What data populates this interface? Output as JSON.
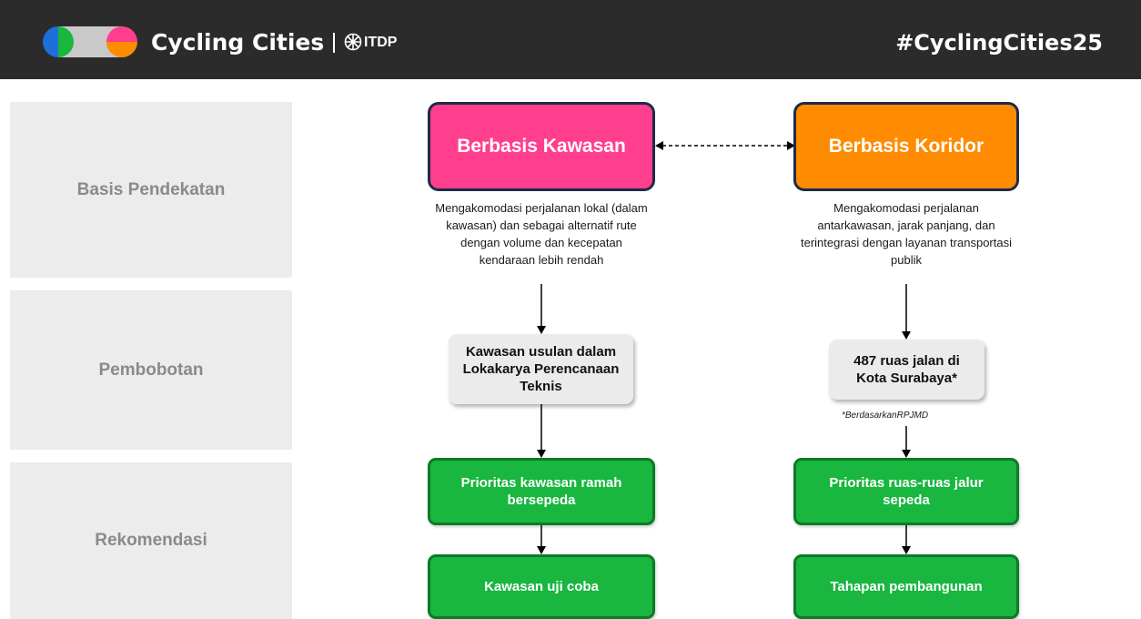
{
  "header": {
    "brand": "Cycling Cities",
    "partner": "ITDP",
    "hashtag": "#CyclingCities25",
    "logo_colors": [
      "#1e6fd9",
      "#19b640",
      "#ff3f8e",
      "#ff8c00"
    ]
  },
  "rows": {
    "basis": "Basis Pendekatan",
    "weighting": "Pembobotan",
    "recommendation": "Rekomendasi"
  },
  "left": {
    "title": "Berbasis Kawasan",
    "color": "#ff3f8e",
    "description": "Mengakomodasi perjalanan lokal (dalam kawasan) dan sebagai alternatif rute dengan volume dan kecepatan kendaraan lebih rendah",
    "weighting": "Kawasan usulan dalam Lokakarya Perencanaan Teknis",
    "priority": "Prioritas kawasan ramah bersepeda",
    "final": "Kawasan uji coba"
  },
  "right": {
    "title": "Berbasis Koridor",
    "color": "#ff8c00",
    "description": "Mengakomodasi perjalanan antarkawasan, jarak panjang, dan terintegrasi dengan layanan transportasi publik",
    "weighting": "487 ruas jalan di Kota Surabaya*",
    "note": "*BerdasarkanRPJMD",
    "priority": "Prioritas ruas-ruas jalur sepeda",
    "final": "Tahapan pembangunan"
  },
  "colors": {
    "node_green": "#19b640",
    "node_grey": "#ebebeb",
    "border_navy": "#1f2a48",
    "header_bg": "#2b2b2b"
  }
}
